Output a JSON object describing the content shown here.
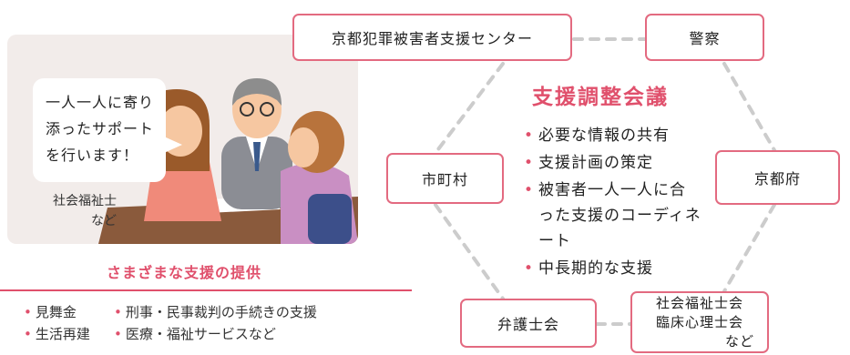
{
  "panel": {
    "speech_bubble": [
      "一人一人に寄り",
      "添ったサポート",
      "を行います！"
    ],
    "staff_label": [
      "社会福祉士",
      "など"
    ]
  },
  "provision": {
    "title": "さまざまな支援の提供",
    "items": [
      "見舞金",
      "刑事・民事裁判の手続きの支援",
      "生活再建",
      "医療・福祉サービスなど"
    ]
  },
  "nodes": {
    "center_org": "京都犯罪被害者支援センター",
    "police": "警察",
    "city": "市町村",
    "prefecture": "京都府",
    "lawyer": "弁護士会",
    "welfare": [
      "社会福祉士会",
      "臨床心理士会",
      "など"
    ]
  },
  "meeting": {
    "title": "支援調整会議",
    "items": [
      "必要な情報の共有",
      "支援計画の策定",
      "被害者一人一人に合った支援のコーディネート",
      "中長期的な支援"
    ]
  },
  "colors": {
    "accent": "#e0506c",
    "node_border": "#e36a80",
    "panel_bg": "#f2ecea",
    "connector": "#cccccc"
  }
}
